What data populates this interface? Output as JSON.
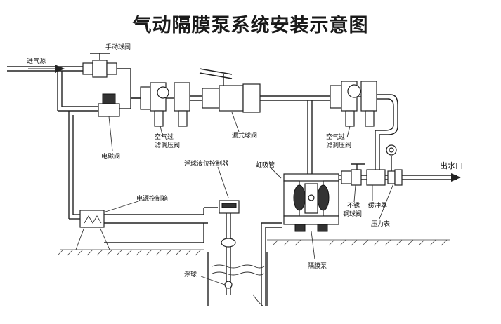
{
  "title": "气动隔膜泵系统安装示意图",
  "labels": {
    "air_inlet": "进气源",
    "manual_valve": "手动球阀",
    "solenoid_valve": "电磁阀",
    "air_filter_left_1": "空气过",
    "air_filter_left_2": "滤调压阀",
    "ball_valve": "漏式球阀",
    "air_filter_right_1": "空气过",
    "air_filter_right_2": "滤调压阀",
    "float_controller": "浮球液位控制器",
    "suction_pipe": "虹吸管",
    "power_box": "电源控制箱",
    "float_ball": "浮球",
    "diaphragm_pump": "隔膜泵",
    "stainless_valve_1": "不锈",
    "stainless_valve_2": "钢球阀",
    "damper": "缓冲器",
    "pressure_gauge": "压力表",
    "outlet": "出水口"
  }
}
